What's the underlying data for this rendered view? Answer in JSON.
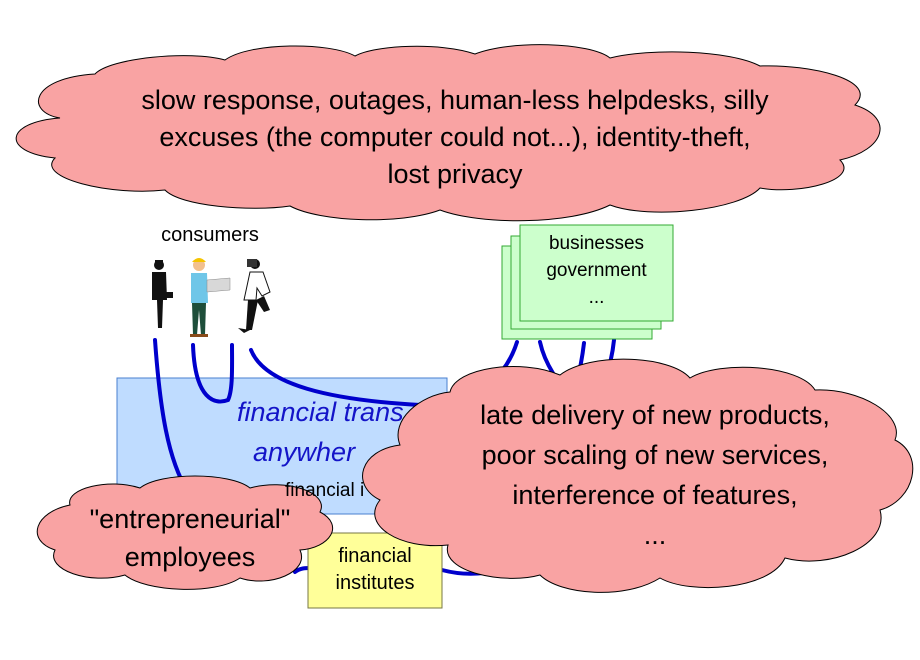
{
  "top_cloud": {
    "lines": [
      "slow response, outages, human-less helpdesks, silly",
      "excuses (the computer could not...), identity-theft,",
      "lost privacy"
    ]
  },
  "consumers": {
    "label": "consumers"
  },
  "businesses": {
    "lines": [
      "businesses",
      "government",
      "..."
    ]
  },
  "center_box": {
    "line1": "financial trans",
    "line2": "anywher",
    "line3": "financial i"
  },
  "right_cloud": {
    "lines": [
      "late delivery of new products,",
      "poor scaling of new services,",
      "interference of features,",
      "..."
    ]
  },
  "left_cloud": {
    "lines": [
      "\"entrepreneurial\"",
      "employees"
    ]
  },
  "financial_institutes": {
    "lines": [
      "financial",
      "institutes"
    ]
  },
  "colors": {
    "cloud_fill": "#f9a3a3",
    "cloud_stroke": "#000000",
    "center_box_fill": "#bfdcff",
    "center_text": "#1414c8",
    "businesses_fill": "#ccffcc",
    "businesses_stroke": "#33aa33",
    "institutes_fill": "#ffff99",
    "connector": "#0000cc"
  },
  "icons": [
    "businessman-icon",
    "worker-icon",
    "photographer-icon"
  ]
}
